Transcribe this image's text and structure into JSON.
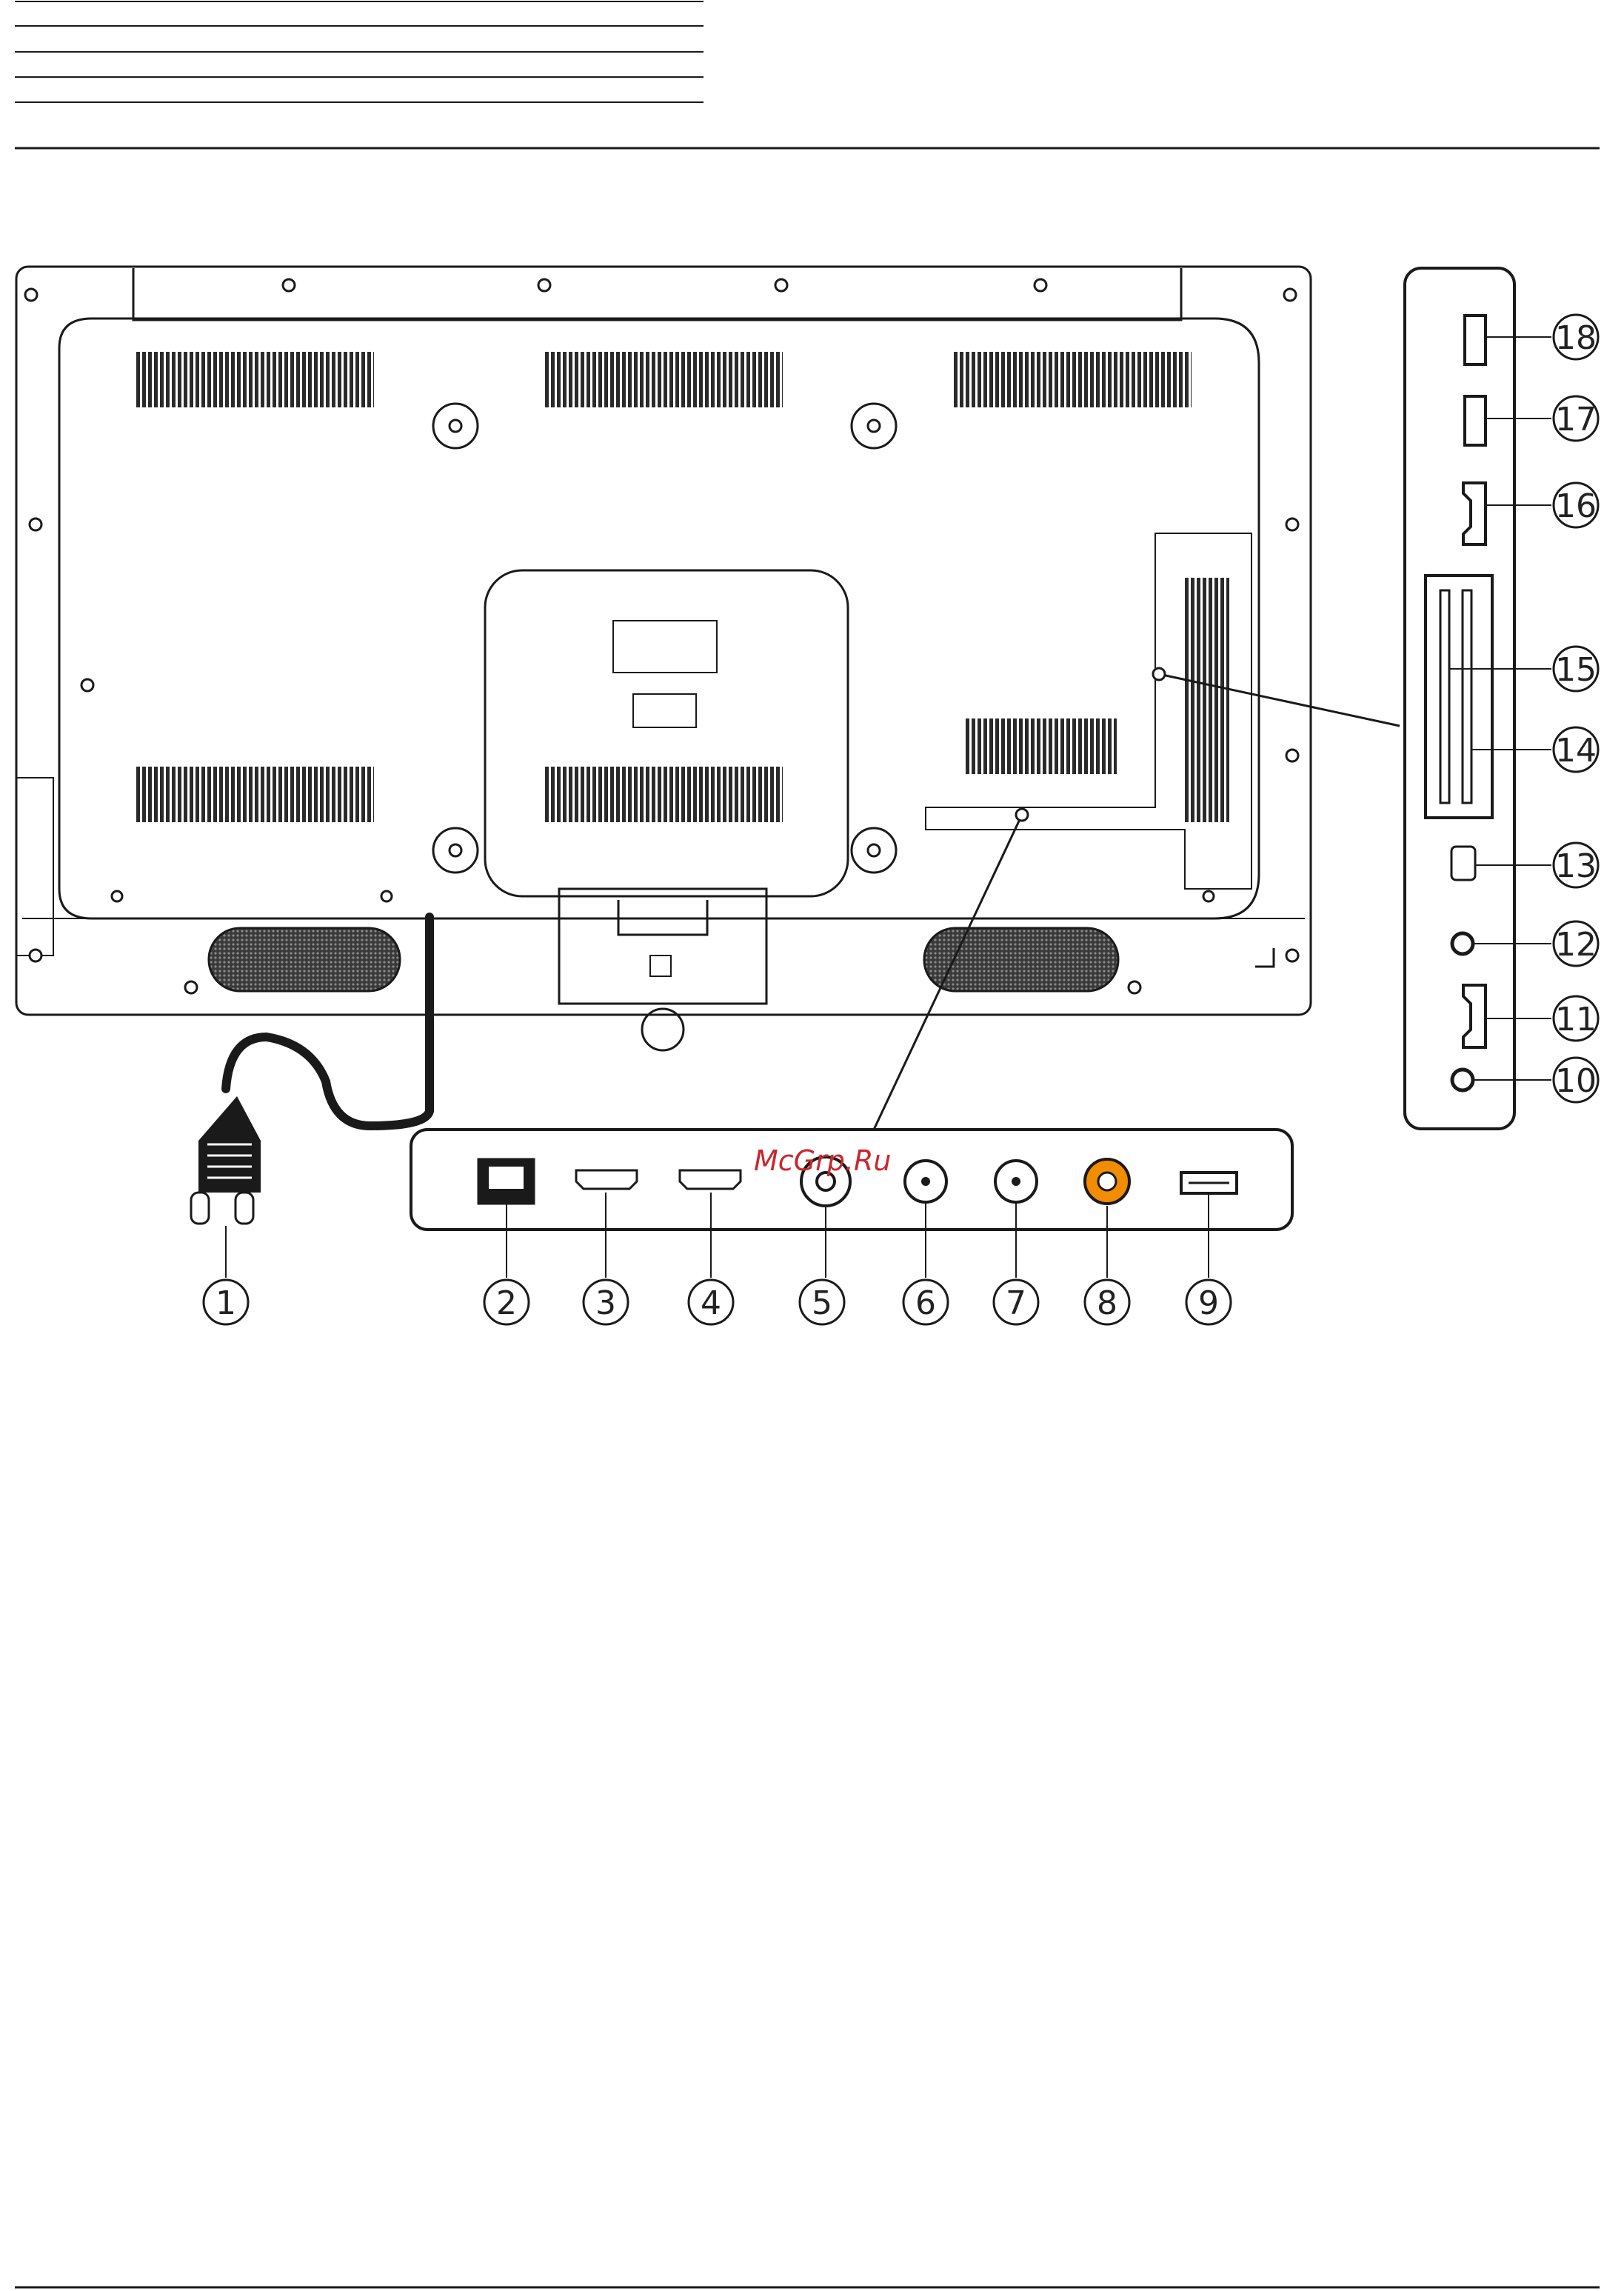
{
  "watermark": "McGrp.Ru",
  "callouts": [
    "1",
    "2",
    "3",
    "4",
    "5",
    "6",
    "7",
    "8",
    "9",
    "10",
    "11",
    "12",
    "13",
    "14",
    "15",
    "16",
    "17",
    "18"
  ],
  "colors": {
    "line": "#1a1a1a",
    "vent": "#2a2a2a",
    "speaker": "#555555",
    "accent_connector": "#f28c00",
    "watermark": "#c8282d",
    "background": "#ffffff"
  },
  "icons": {
    "plug": "power-plug-icon",
    "lan": "lan-port-icon",
    "hdmi": "hdmi-port-icon",
    "coax": "coax-port-icon",
    "rca": "rca-port-icon",
    "usb": "usb-port-icon",
    "jack": "audio-jack-icon",
    "ci_slot": "ci-slot-icon",
    "screw": "screw-icon"
  }
}
